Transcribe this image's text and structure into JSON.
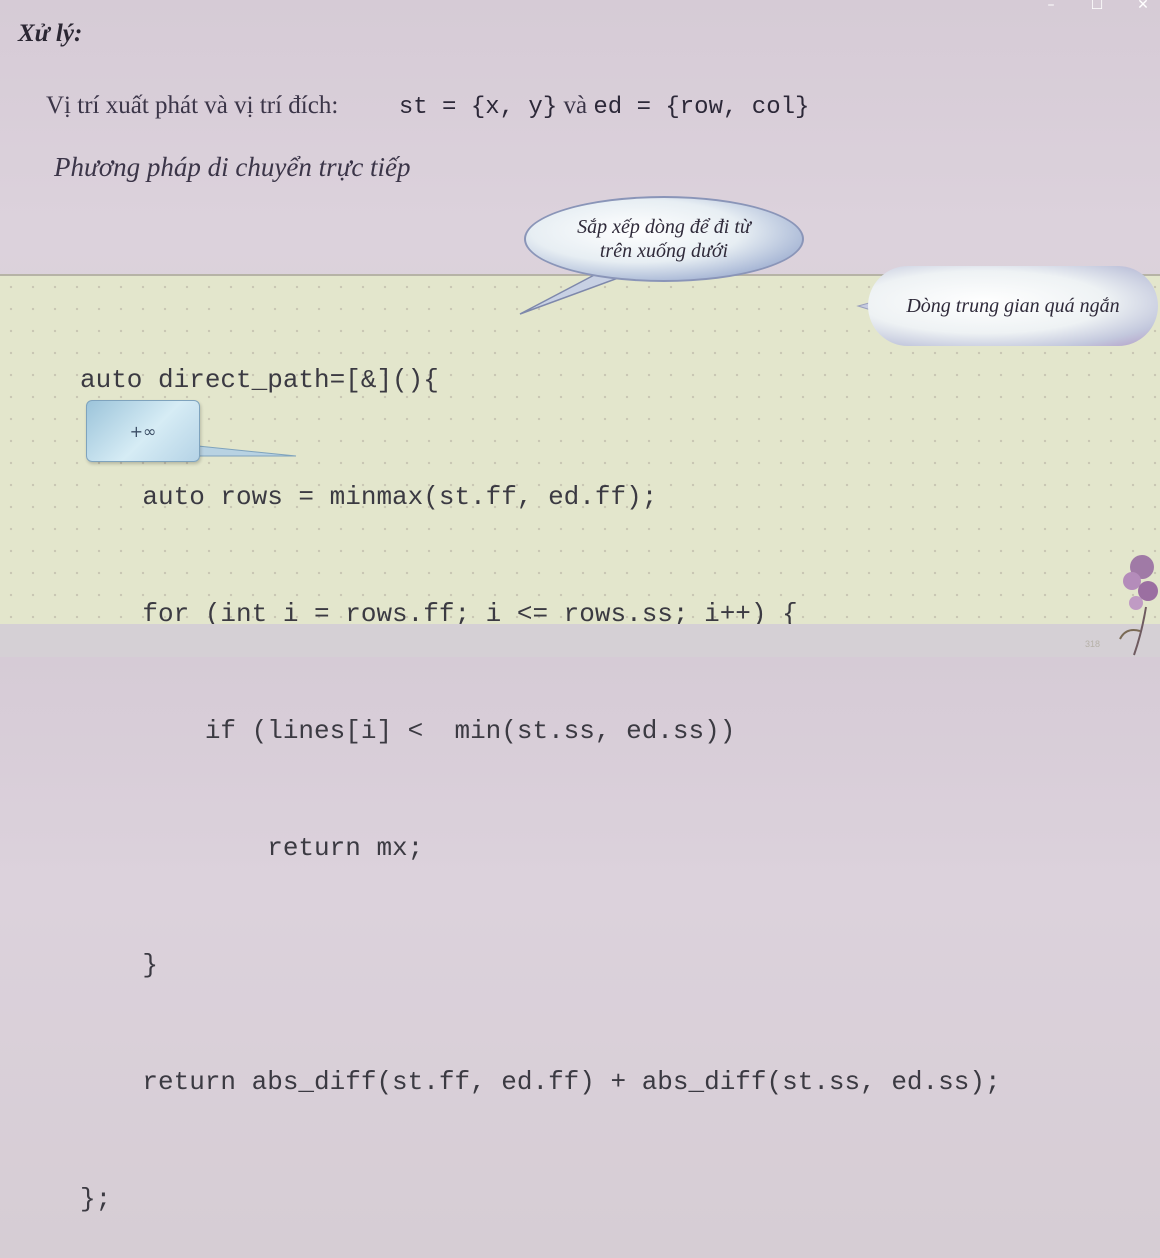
{
  "window": {
    "minimize": "–",
    "maximize": "☐",
    "close": "✕"
  },
  "slide": {
    "heading": "Xử lý:",
    "line1": {
      "text": "Vị trí xuất phát và vị trí đích:",
      "code1": "st = {x, y}",
      "conj": "và",
      "code2": "ed = {row, col}"
    },
    "subheading": "Phương pháp di chuyển trực tiếp",
    "code_lines": [
      "auto direct_path=[&](){",
      "    auto rows = minmax(st.ff, ed.ff);",
      "    for (int i = rows.ff; i <= rows.ss; i++) {",
      "        if (lines[i] <  min(st.ss, ed.ss))",
      "            return mx;",
      "    }",
      "    return abs_diff(st.ff, ed.ff) + abs_diff(st.ss, ed.ss);",
      "};"
    ],
    "callouts": {
      "sort_rows": "Sắp xếp dòng để đi từ trên xuống dưới",
      "row_too_short": "Dòng trung gian quá ngắn",
      "infinity": "+∞"
    },
    "page_number": "318"
  }
}
